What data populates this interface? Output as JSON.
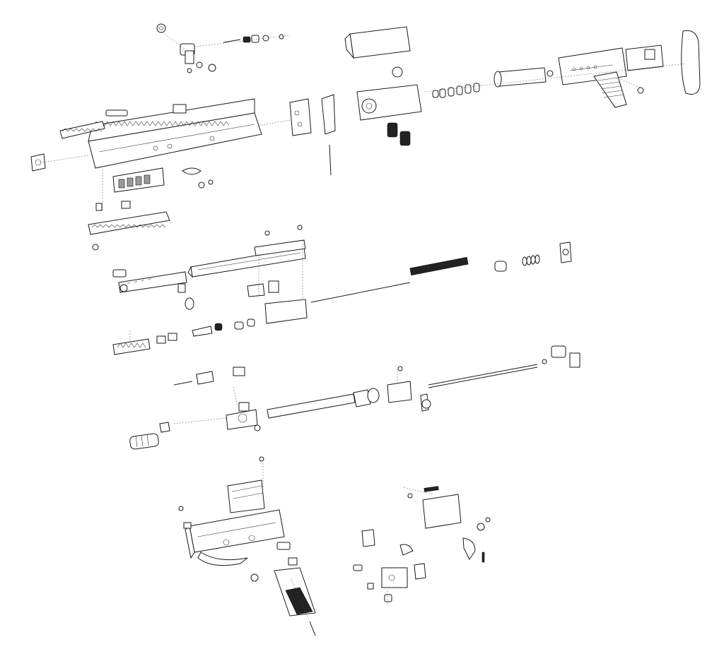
{
  "diagram": {
    "title": "",
    "assemblies": [
      {
        "id": "upper-receiver-group"
      },
      {
        "id": "handguard-and-stock-group"
      },
      {
        "id": "bolt-carrier-group"
      },
      {
        "id": "barrel-and-gas-system-group"
      },
      {
        "id": "lower-receiver-group"
      },
      {
        "id": "trigger-group"
      }
    ],
    "colors": {
      "line": "#1a1a1a",
      "background": "#ffffff"
    }
  }
}
